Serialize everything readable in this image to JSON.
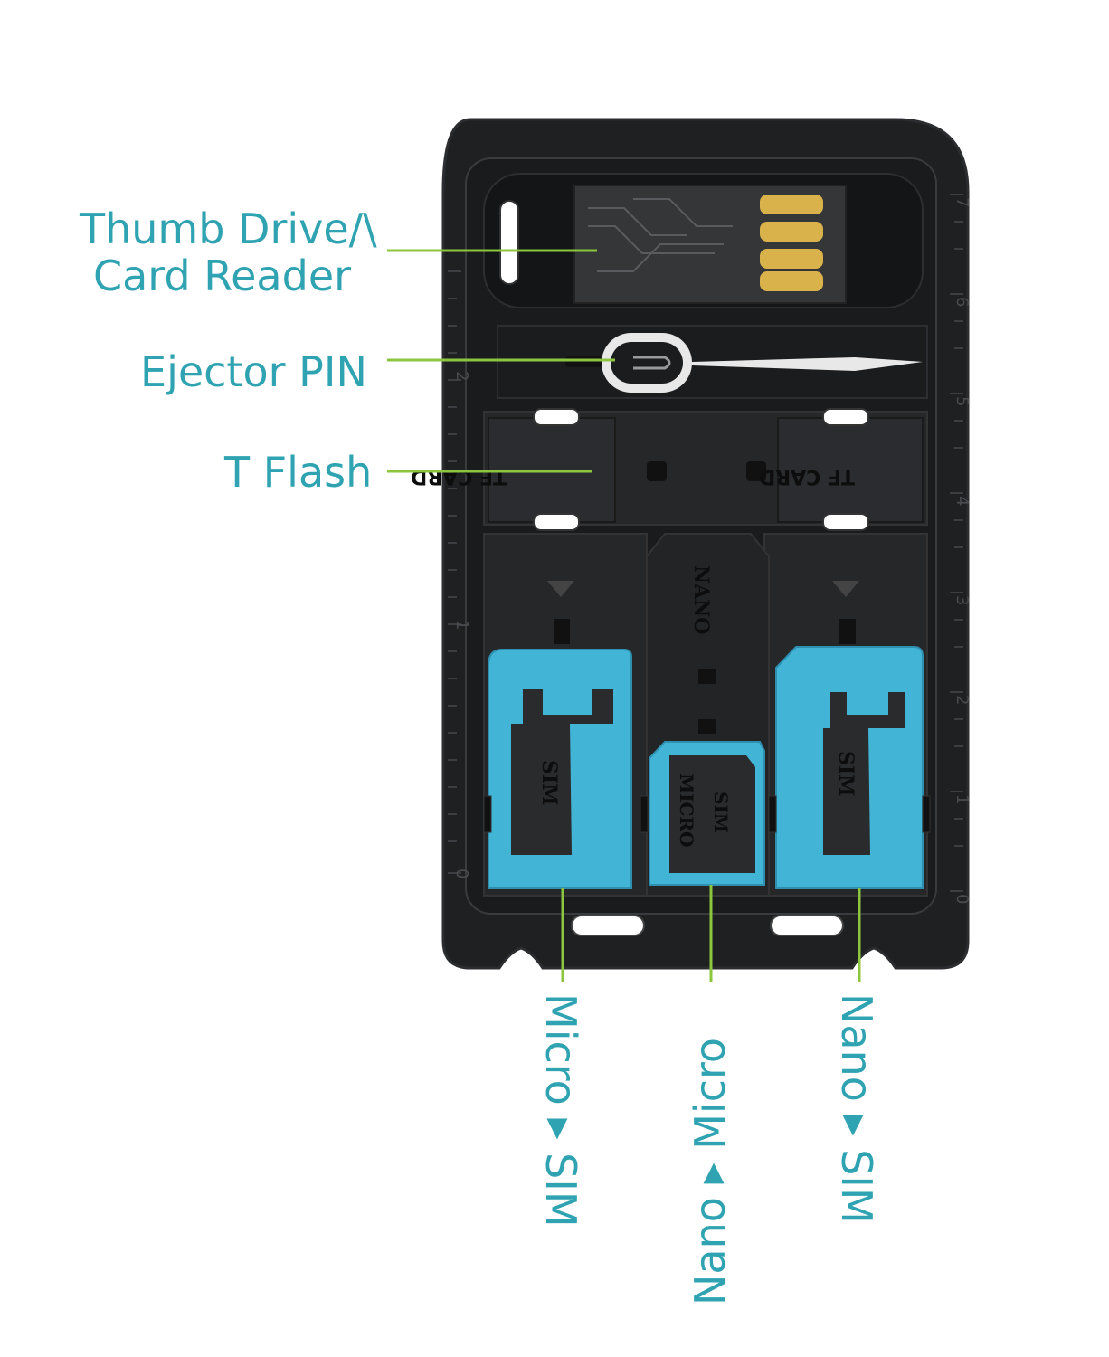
{
  "colors": {
    "label": "#2fa3b1",
    "leader": "#8cc63f",
    "card_body": "#1f2022",
    "card_edge": "#2c2d30",
    "tray": "#151618",
    "adapter_blue": "#42b4d6",
    "usb_gold": "#d9b24c",
    "pcb": "#3a3a3a",
    "text_on_card": "#0d0d0d"
  },
  "labels": {
    "thumb_line1": "Thumb Drive/\\",
    "thumb_line2": "Card Reader",
    "ejector": "Ejector PIN",
    "tflash": "T Flash",
    "micro_sim": "Micro ▸ SIM",
    "nano_micro": "Nano ▸ Micro",
    "nano_sim": "Nano ▸ SIM"
  },
  "card_text": {
    "tf_card_left": "TF CARD",
    "tf_card_right": "TF CARD",
    "nano": "NANO",
    "sim_left": "SIM",
    "sim_right": "SIM",
    "micro": "MICRO",
    "sim_center": "SIM",
    "ruler_left_marks": [
      "2",
      "1",
      "0"
    ],
    "ruler_right_marks": [
      "7",
      "6",
      "5",
      "4",
      "3",
      "2",
      "1",
      "0"
    ]
  },
  "icons": [
    "sd-card-slot-icon",
    "triangle-down-icon",
    "ejector-pin-icon",
    "usb-contacts-icon"
  ]
}
